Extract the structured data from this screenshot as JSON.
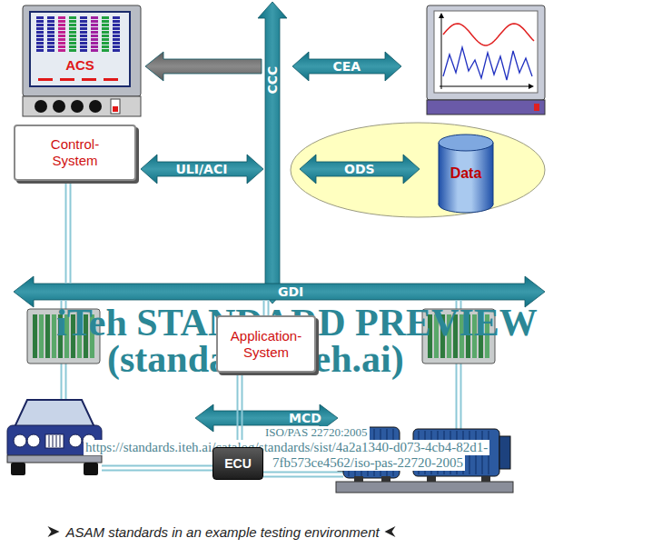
{
  "diagram": {
    "caption": "ASAM standards in an example testing environment",
    "nodes": [
      {
        "text": [
          "ACS"
        ]
      },
      {
        "text": [
          "Control-System"
        ]
      },
      {
        "text": [
          "Data"
        ]
      },
      {
        "text": [
          "Application-System"
        ]
      },
      {
        "text": [
          "ECU"
        ]
      }
    ],
    "edges": [
      {
        "from": 3,
        "to": 4,
        "arrow": "none"
      }
    ],
    "labels": [
      "CCC",
      "CEA",
      "ULI/ACI",
      "ODS",
      "GDI",
      "MCD",
      "iTeh STANDARD PREVIEW",
      "(standards.iteh.ai)",
      "ISO/PAS 22720:2005",
      "https://standards.iteh.ai/catalog/standards/sist/4a2a1340-d073-4cb4-82d1-",
      "7fb573ce4562/iso-pas-22720-2005"
    ]
  }
}
